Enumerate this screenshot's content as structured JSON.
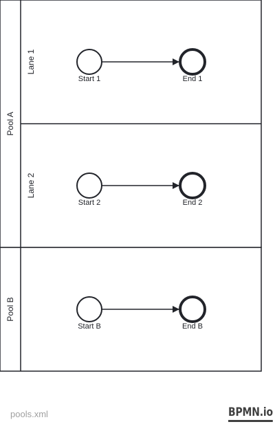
{
  "pools": [
    {
      "label": "Pool A",
      "lanes": [
        {
          "label": "Lane 1",
          "start_label": "Start 1",
          "end_label": "End 1"
        },
        {
          "label": "Lane 2",
          "start_label": "Start 2",
          "end_label": "End 2"
        }
      ]
    },
    {
      "label": "Pool B",
      "start_label": "Start B",
      "end_label": "End B"
    }
  ],
  "footer": {
    "filename": "pools.xml",
    "logo": "BPMN.io"
  },
  "colors": {
    "stroke": "#22242a",
    "footer_text": "#a0a0a0",
    "logo": "#404040"
  }
}
